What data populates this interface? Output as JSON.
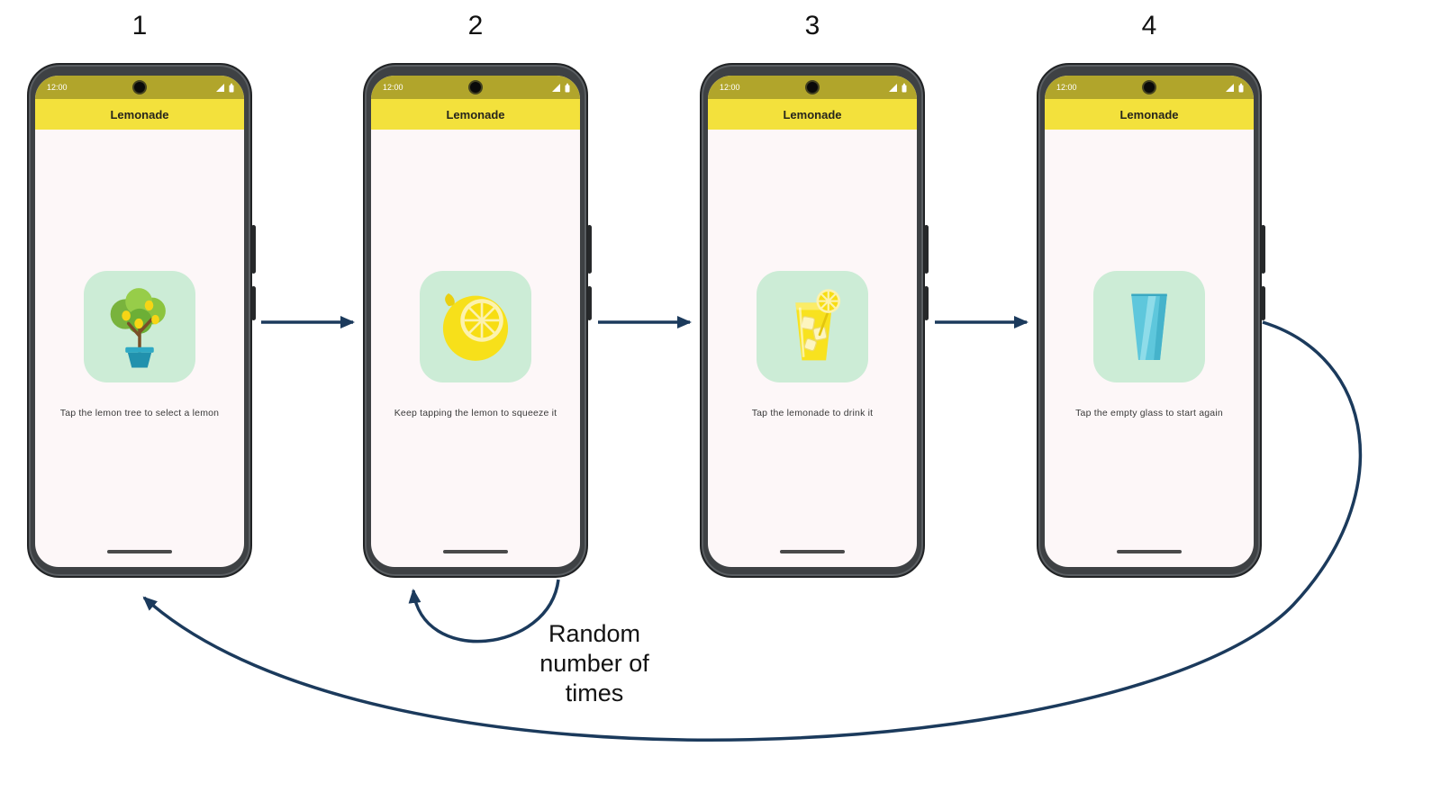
{
  "phone": {
    "app_title": "Lemonade",
    "status_time": "12:00"
  },
  "steps": [
    {
      "number": "1",
      "caption": "Tap the lemon tree to select a lemon",
      "icon": "lemon-tree-icon"
    },
    {
      "number": "2",
      "caption": "Keep tapping the lemon to squeeze it",
      "icon": "lemon-icon"
    },
    {
      "number": "3",
      "caption": "Tap the lemonade to drink it",
      "icon": "lemonade-glass-icon"
    },
    {
      "number": "4",
      "caption": "Tap the empty glass to start again",
      "icon": "empty-glass-icon"
    }
  ],
  "annotations": {
    "loop_label": "Random number of times"
  },
  "colors": {
    "arrow": "#1b3a5c",
    "app_bar": "#f3e13c",
    "status_bar": "#b1a52b",
    "tile_bg": "#ccecd6",
    "screen_bg": "#fdf7f8",
    "lemon_yellow": "#f7e01a",
    "glass_blue": "#5ec7dc"
  }
}
